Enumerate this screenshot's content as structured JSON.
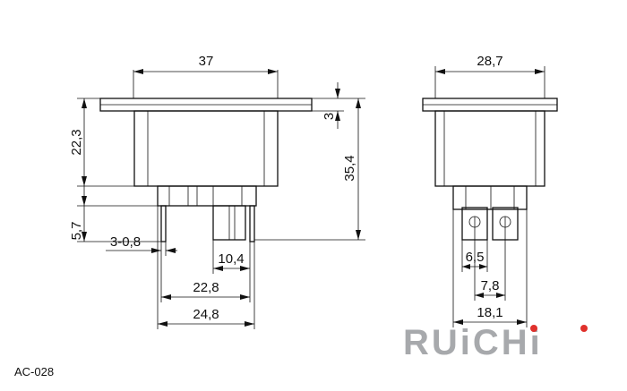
{
  "diagram": {
    "model": "AC-028",
    "brand": "RUiCHi",
    "colors": {
      "line": "#111111",
      "brand": "#a7a9ac",
      "brand_dot": "#e0312c"
    },
    "dimensions": {
      "overall_width": "37",
      "height_body": "22,3",
      "flange_thickness": "3",
      "total_height": "35,4",
      "pin_height": "5,7",
      "pin_thickness": "3-0,8",
      "pin_width_a": "10,4",
      "pin_span_a": "22,8",
      "pin_span_b": "24,8",
      "side_width": "28,7",
      "terminal_pitch_a": "6,5",
      "terminal_pitch_b": "7,8",
      "terminal_span": "18,1"
    }
  }
}
